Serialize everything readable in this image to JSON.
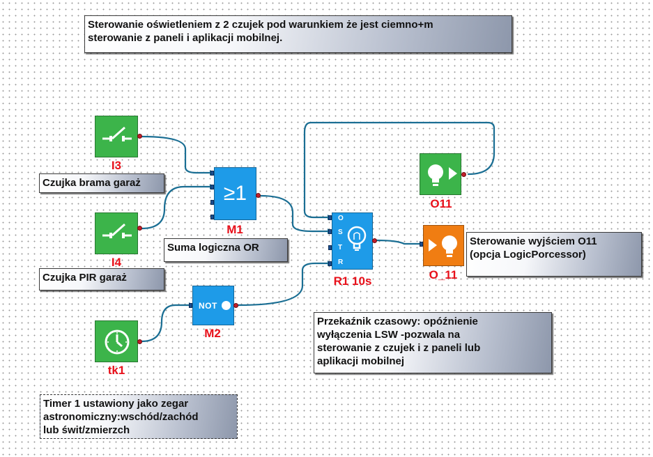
{
  "notes": {
    "title": "Sterowanie oświetleniem z 2 czujek pod warunkiem że jest ciemno+m\nsterowanie z paneli i aplikacji mobilnej.",
    "i3_desc": "Czujka brama garaż",
    "i4_desc": "Czujka PIR garaż",
    "m1_desc": "Suma logiczna OR",
    "output_desc": "Sterowanie wyjściem O11\n(opcja LogicPorcessor)",
    "relay_desc": "Przekaźnik czasowy: opóźnienie\nwyłączenia LSW -pozwala na\nsterowanie z czujek i z paneli lub\naplikacji mobilnej",
    "timer_desc": "Timer 1 ustawiony jako zegar\nastronomiczny:wschód/zachód\nlub świt/zmierzch"
  },
  "blocks": {
    "i3": {
      "label": "I3",
      "icon": "switch-icon",
      "color": "#3cb44a"
    },
    "i4": {
      "label": "I4",
      "icon": "switch-icon",
      "color": "#3cb44a"
    },
    "tk1": {
      "label": "tk1",
      "icon": "clock-icon",
      "color": "#3cb44a"
    },
    "m1": {
      "label": "M1",
      "symbol": "≥1",
      "color": "#1e9be8"
    },
    "m2": {
      "label": "M2",
      "symbol": "NOT",
      "color": "#1e9be8"
    },
    "r1": {
      "label": "R1 10s",
      "inputs": [
        "O",
        "S",
        "T",
        "R"
      ],
      "icon": "lightbulb-icon",
      "color": "#1e9be8"
    },
    "o11": {
      "label": "O11",
      "icon": "bulb-input-icon",
      "color": "#3cb44a"
    },
    "o_11": {
      "label": "O_11",
      "icon": "bulb-output-icon",
      "color": "#f07d12"
    }
  },
  "colors": {
    "wire": "#1a6e93",
    "label": "#e8101a"
  }
}
